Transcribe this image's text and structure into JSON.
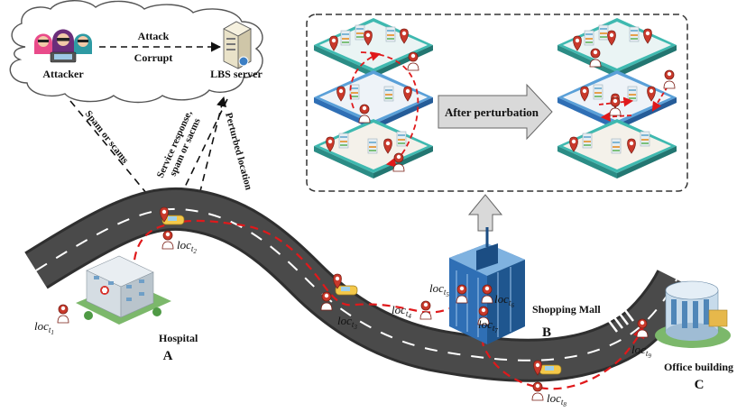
{
  "cloud": {
    "attacker_label": "Attacker",
    "server_label": "LBS server",
    "edge_attack": "Attack",
    "edge_corrupt": "Corrupt"
  },
  "arrows": {
    "spam_scams": "Spam or scams",
    "service_response": "Service response,",
    "spam_sacms": "spam or sacms",
    "perturbed_location": "Perturbed location"
  },
  "perturbation": {
    "label": "After perturbation"
  },
  "places": {
    "hospital": {
      "name": "Hospital",
      "letter": "A"
    },
    "mall": {
      "name": "Shopping Mall",
      "letter": "B"
    },
    "office": {
      "name": "Office building",
      "letter": "C"
    }
  },
  "locations": {
    "base": "loc",
    "t1": "t",
    "t1_sub": "1",
    "t2": "t",
    "t2_sub": "2",
    "t3": "t",
    "t3_sub": "3",
    "t4": "t",
    "t4_sub": "4",
    "t5": "t",
    "t5_sub": "5",
    "t6": "t",
    "t6_sub": "6",
    "t7": "t",
    "t7_sub": "7",
    "t8": "t",
    "t8_sub": "8",
    "t9": "t",
    "t9_sub": "9"
  },
  "colors": {
    "road": "#4a4a4a",
    "road_edge": "#2f2f2f",
    "path": "#e0191b",
    "pin": "#c9392b",
    "cloud_stroke": "#555555",
    "box_stroke": "#333333",
    "arrow_fill": "#d9d9d9",
    "building_teal": "#3fb9b0",
    "building_blue": "#2f6fb5"
  }
}
